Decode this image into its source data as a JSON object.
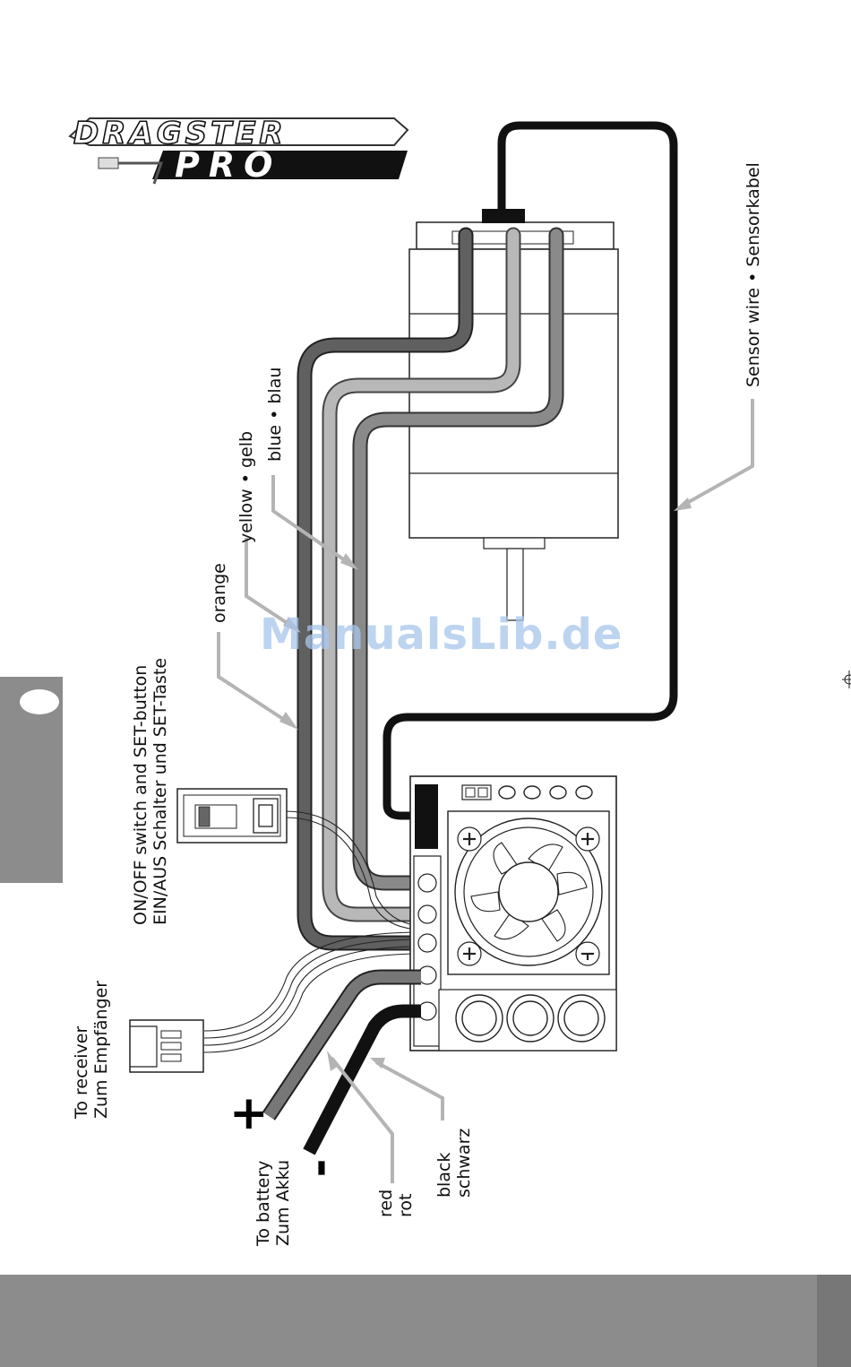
{
  "logo": {
    "line1": "DRAGSTER",
    "line2": "PRO"
  },
  "watermark": "ManualsLib.de",
  "labels": {
    "receiver": {
      "en": "To receiver",
      "de": "Zum Empfänger"
    },
    "switch": {
      "en": "ON/OFF switch and SET-button",
      "de": "EIN/AUS Schalter und SET-Taste"
    },
    "orange": "orange",
    "yellow": "yellow • gelb",
    "blue": "blue • blau",
    "sensor": "Sensor wire • Sensorkabel",
    "battery": {
      "en": "To battery",
      "de": "Zum Akku"
    },
    "red": {
      "en": "red",
      "de": "rot"
    },
    "black": {
      "en": "black",
      "de": "schwarz"
    },
    "plus": "+",
    "minus": "-"
  },
  "colors": {
    "wire_dark": "#606060",
    "wire_light": "#b8b8b8",
    "wire_mid": "#8a8a8a",
    "sensor": "#111111",
    "footer": "#8c8c8c",
    "side_tab": "#8c8c8c"
  }
}
